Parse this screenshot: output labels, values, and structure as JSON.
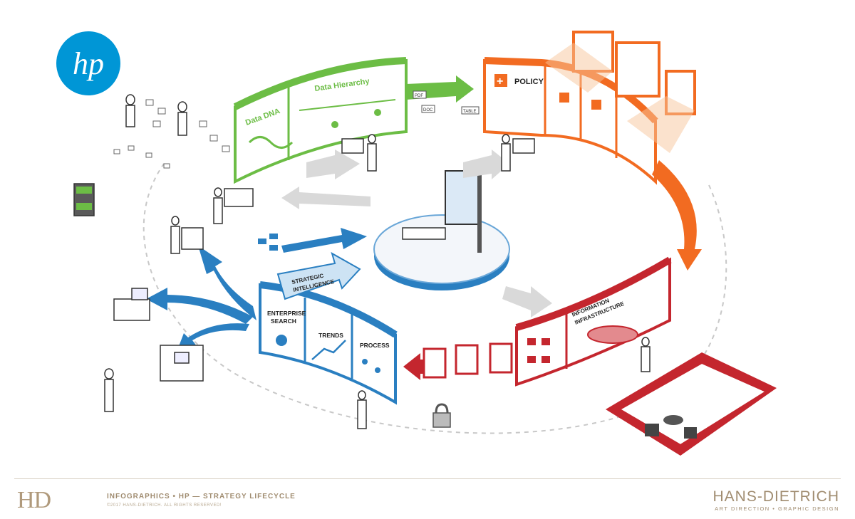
{
  "logo": {
    "text": "hp",
    "color": "#0096d6"
  },
  "panels": {
    "data_dna": "Data DNA",
    "data_hierarchy": "Data Hierarchy",
    "policy": "POLICY",
    "information_infrastructure_1": "INFORMATION",
    "information_infrastructure_2": "INFRASTRUCTURE",
    "strategic_intelligence_1": "STRATEGIC",
    "strategic_intelligence_2": "INTELLIGENCE",
    "enterprise_search_1": "ENTERPRISE",
    "enterprise_search_2": "SEARCH",
    "trends": "TRENDS",
    "process": "PROCESS"
  },
  "doc_tags": {
    "pdf": "PDF",
    "doc": "DOC",
    "table": "TABLE"
  },
  "colors": {
    "green": "#6cbd45",
    "orange": "#f26b21",
    "red": "#c4262e",
    "blue": "#2a7fc1",
    "gray": "#c8c8c8"
  },
  "footer": {
    "logo": "HD",
    "title": "INFOGRAPHICS  •  HP — STRATEGY LIFECYCLE",
    "copyright": "©2017 HANS-DIETRICH. ALL RIGHTS RESERVED!",
    "brand": "HANS-DIETRICH",
    "tagline": "ART DIRECTION  •  GRAPHIC DESIGN"
  }
}
